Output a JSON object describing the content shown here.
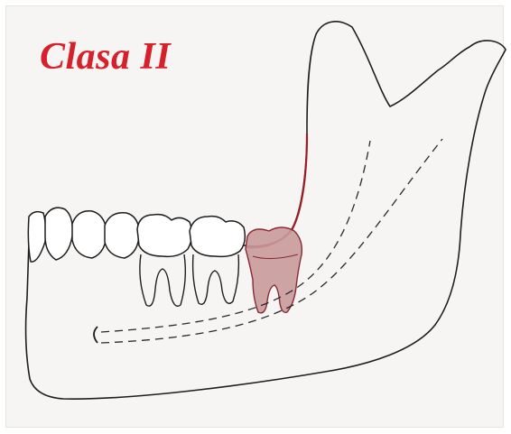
{
  "title": "Clasa II",
  "colors": {
    "title": "#d6202a",
    "outline": "#1e1e1e",
    "tooth_fill": "#c99a9a",
    "tooth_stroke": "#8a2a32",
    "ramus_edge": "#9b1d24",
    "background": "#f6f5f3"
  },
  "icons": [
    "mandible-outline",
    "molar-teeth",
    "impacted-third-molar",
    "mandibular-canal"
  ]
}
